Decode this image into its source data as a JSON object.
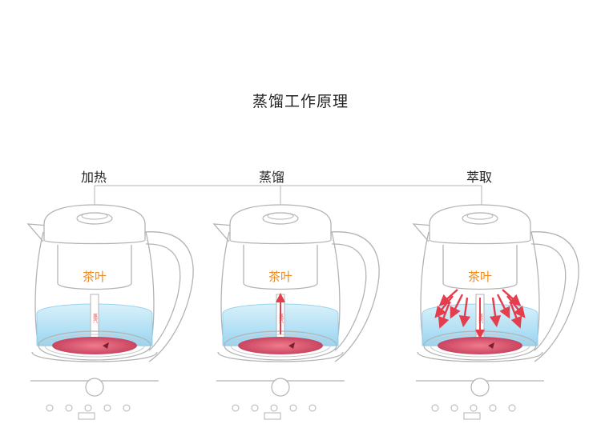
{
  "title": "蒸馏工作原理",
  "steps": [
    {
      "label": "加热",
      "tea_label": "茶叶",
      "tube_text": "蒸汽",
      "arrows": "none"
    },
    {
      "label": "蒸馏",
      "tea_label": "茶叶",
      "tube_text": "蒸汽",
      "arrows": "up"
    },
    {
      "label": "萃取",
      "tea_label": "茶叶",
      "tube_text": "蒸汽",
      "arrows": "down"
    }
  ],
  "colors": {
    "outline": "#b3b3b3",
    "tea_text": "#f08a1c",
    "water": "#aee0f6",
    "hot_plate": "#d9576e",
    "arrow": "#e43d4d"
  }
}
